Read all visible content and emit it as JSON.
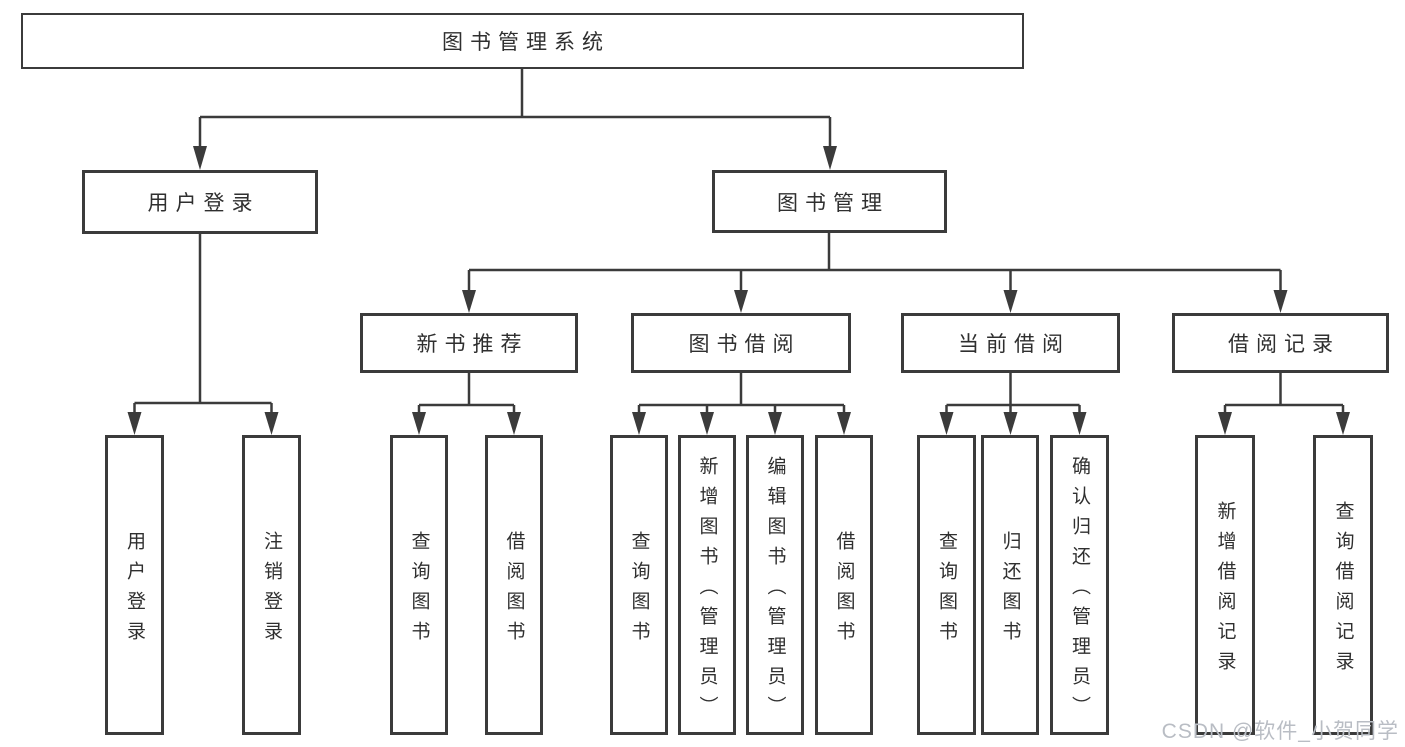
{
  "diagram": {
    "title": "图书管理系统",
    "root": {
      "label": "图书管理系统"
    },
    "branches": [
      {
        "label": "用户登录",
        "children": [
          {
            "label": "用户登录"
          },
          {
            "label": "注销登录"
          }
        ]
      },
      {
        "label": "图书管理",
        "children": [
          {
            "label": "新书推荐",
            "children": [
              {
                "label": "查询图书"
              },
              {
                "label": "借阅图书"
              }
            ]
          },
          {
            "label": "图书借阅",
            "children": [
              {
                "label": "查询图书"
              },
              {
                "label": "新增图书（管理员）"
              },
              {
                "label": "编辑图书（管理员）"
              },
              {
                "label": "借阅图书"
              }
            ]
          },
          {
            "label": "当前借阅",
            "children": [
              {
                "label": "查询图书"
              },
              {
                "label": "归还图书"
              },
              {
                "label": "确认归还（管理员）"
              }
            ]
          },
          {
            "label": "借阅记录",
            "children": [
              {
                "label": "新增借阅记录"
              },
              {
                "label": "查询借阅记录"
              }
            ]
          }
        ]
      }
    ]
  },
  "watermark": {
    "text": "CSDN @软件_小贺同学"
  },
  "colors": {
    "background": "#ffffff",
    "line": "#3b3b3b",
    "box_border": "#3b3b3b",
    "box_fill": "#ffffff",
    "text": "#2f2f2f",
    "watermark": "#b9bdc4"
  }
}
